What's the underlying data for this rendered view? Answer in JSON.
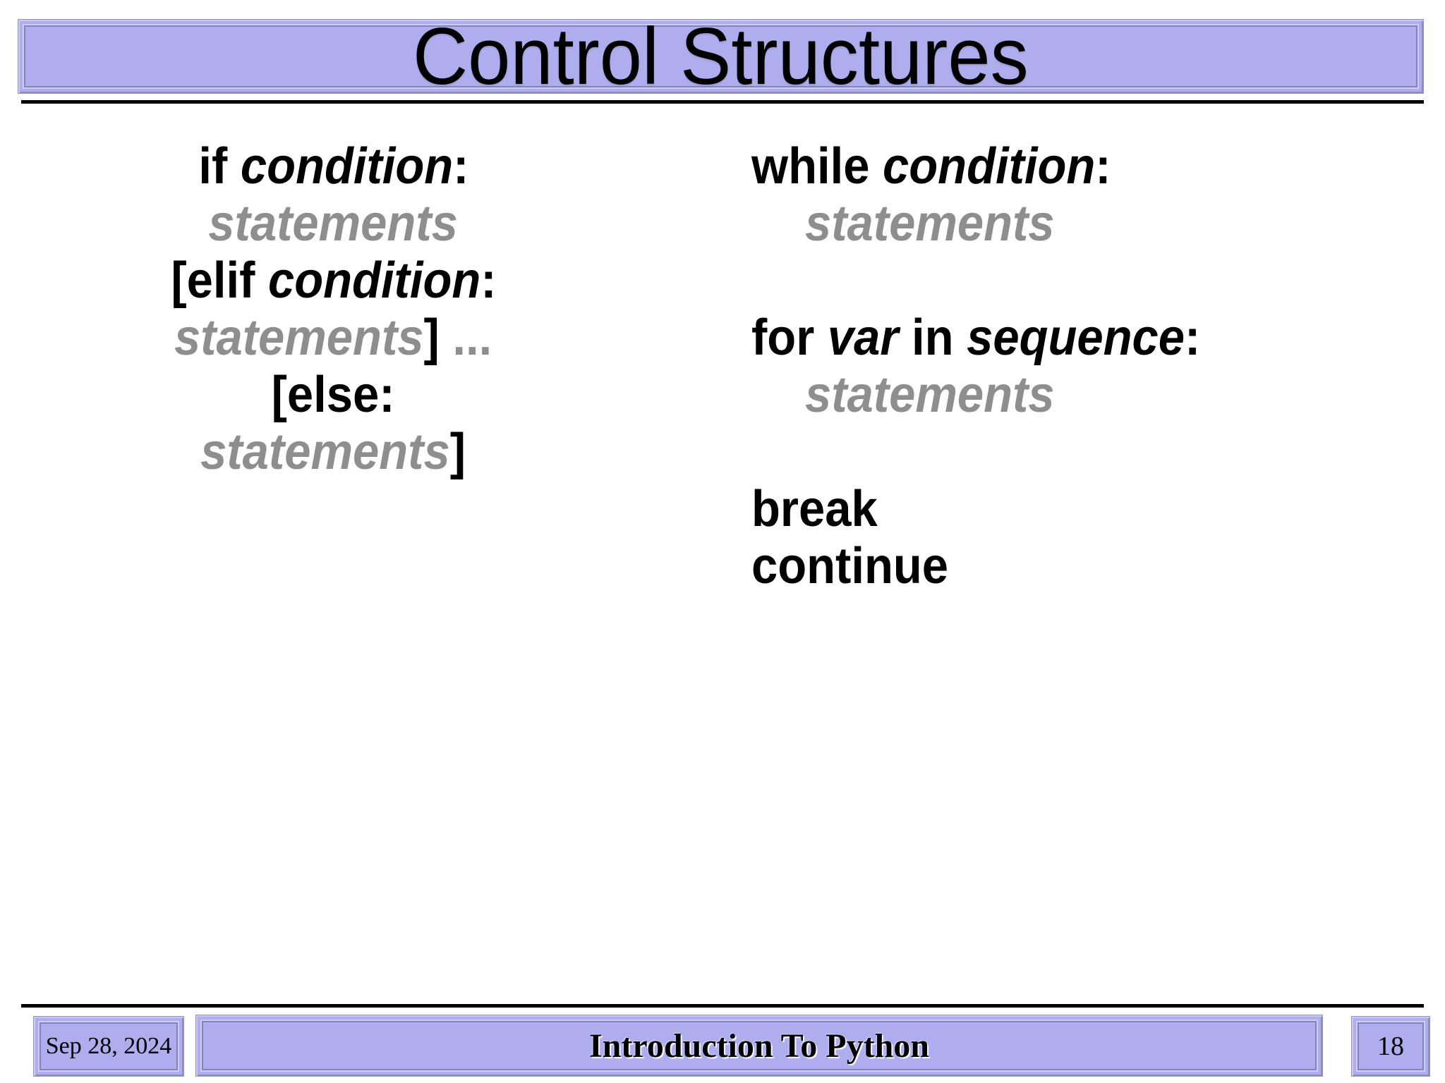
{
  "slide": {
    "title": "Control Structures",
    "colors": {
      "accent": "#aeadee",
      "code_gray": "#8e8e8e",
      "text": "#000000",
      "background": "#ffffff"
    }
  },
  "syntax_columns": {
    "left": {
      "name": "conditional-syntax",
      "lines": [
        {
          "indent": false,
          "segments": [
            {
              "text": "if ",
              "style": "kw"
            },
            {
              "text": "condition",
              "style": "var"
            },
            {
              "text": ":",
              "style": "kw"
            }
          ]
        },
        {
          "indent": false,
          "segments": [
            {
              "text": "statements",
              "style": "stmt"
            }
          ]
        },
        {
          "indent": false,
          "segments": [
            {
              "text": "[elif ",
              "style": "kw"
            },
            {
              "text": "condition",
              "style": "var"
            },
            {
              "text": ":",
              "style": "kw"
            }
          ]
        },
        {
          "indent": false,
          "segments": [
            {
              "text": "statements",
              "style": "stmt"
            },
            {
              "text": "] ",
              "style": "kw"
            },
            {
              "text": "...",
              "style": "ellipsis"
            }
          ]
        },
        {
          "indent": false,
          "segments": [
            {
              "text": "[else:",
              "style": "kw"
            }
          ]
        },
        {
          "indent": false,
          "segments": [
            {
              "text": "statements",
              "style": "stmt"
            },
            {
              "text": "]",
              "style": "kw"
            }
          ]
        }
      ]
    },
    "right": {
      "name": "loop-syntax",
      "lines": [
        {
          "indent": false,
          "segments": [
            {
              "text": "while ",
              "style": "kw"
            },
            {
              "text": "condition",
              "style": "var"
            },
            {
              "text": ":",
              "style": "kw"
            }
          ]
        },
        {
          "indent": true,
          "segments": [
            {
              "text": "statements",
              "style": "stmt"
            }
          ]
        },
        {
          "indent": false,
          "segments": []
        },
        {
          "indent": false,
          "segments": [
            {
              "text": "for ",
              "style": "kw"
            },
            {
              "text": "var",
              "style": "var"
            },
            {
              "text": " in ",
              "style": "kw"
            },
            {
              "text": "sequence",
              "style": "var"
            },
            {
              "text": ":",
              "style": "kw"
            }
          ]
        },
        {
          "indent": true,
          "segments": [
            {
              "text": "statements",
              "style": "stmt"
            }
          ]
        },
        {
          "indent": false,
          "segments": []
        },
        {
          "indent": false,
          "segments": [
            {
              "text": "break",
              "style": "kw"
            }
          ]
        },
        {
          "indent": false,
          "segments": [
            {
              "text": "continue",
              "style": "kw"
            }
          ]
        }
      ]
    }
  },
  "footer": {
    "date": "Sep 28, 2024",
    "title": "Introduction To Python",
    "page_number": "18"
  }
}
